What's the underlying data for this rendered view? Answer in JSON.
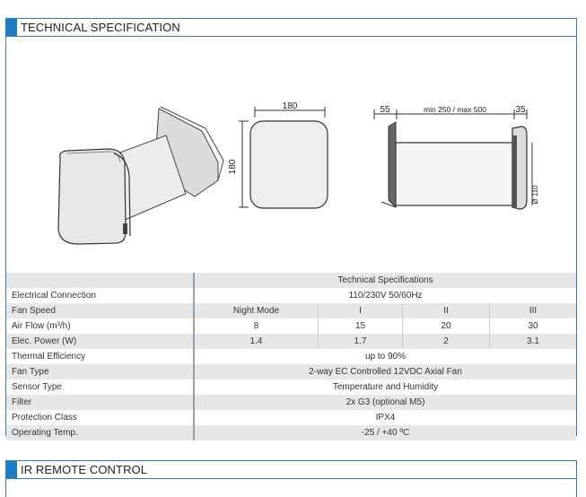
{
  "section1": {
    "title": "TECHNICAL SPECIFICATION"
  },
  "drawings": {
    "front_width": "180",
    "front_height": "180",
    "side_left": "55",
    "side_middle": "min 250 / max 500",
    "side_right": "35",
    "pipe_diameter": "Ø 110"
  },
  "table": {
    "header": "Technical Specifications",
    "rows": [
      {
        "label": "Electrical Connection",
        "value": "110/230V 50/60Hz"
      },
      {
        "label": "Fan Speed",
        "cells": [
          "Night Mode",
          "I",
          "II",
          "III"
        ]
      },
      {
        "label": "Air Flow (m³/h)",
        "cells": [
          "8",
          "15",
          "20",
          "30"
        ]
      },
      {
        "label": "Elec. Power (W)",
        "cells": [
          "1.4",
          "1.7",
          "2",
          "3.1"
        ]
      },
      {
        "label": "Thermal Efficiency",
        "value": "up to 90%"
      },
      {
        "label": "Fan Type",
        "value": "2-way EC Controlled 12VDC Axial Fan"
      },
      {
        "label": "Sensor Type",
        "value": "Temperature and Humidity"
      },
      {
        "label": "Filter",
        "value": "2x G3 (optional M5)"
      },
      {
        "label": "Protection Class",
        "value": "IPX4"
      },
      {
        "label": "Operating Temp.",
        "value": "-25 / +40 ºC"
      }
    ]
  },
  "section2": {
    "title": "IR REMOTE CONTROL"
  }
}
